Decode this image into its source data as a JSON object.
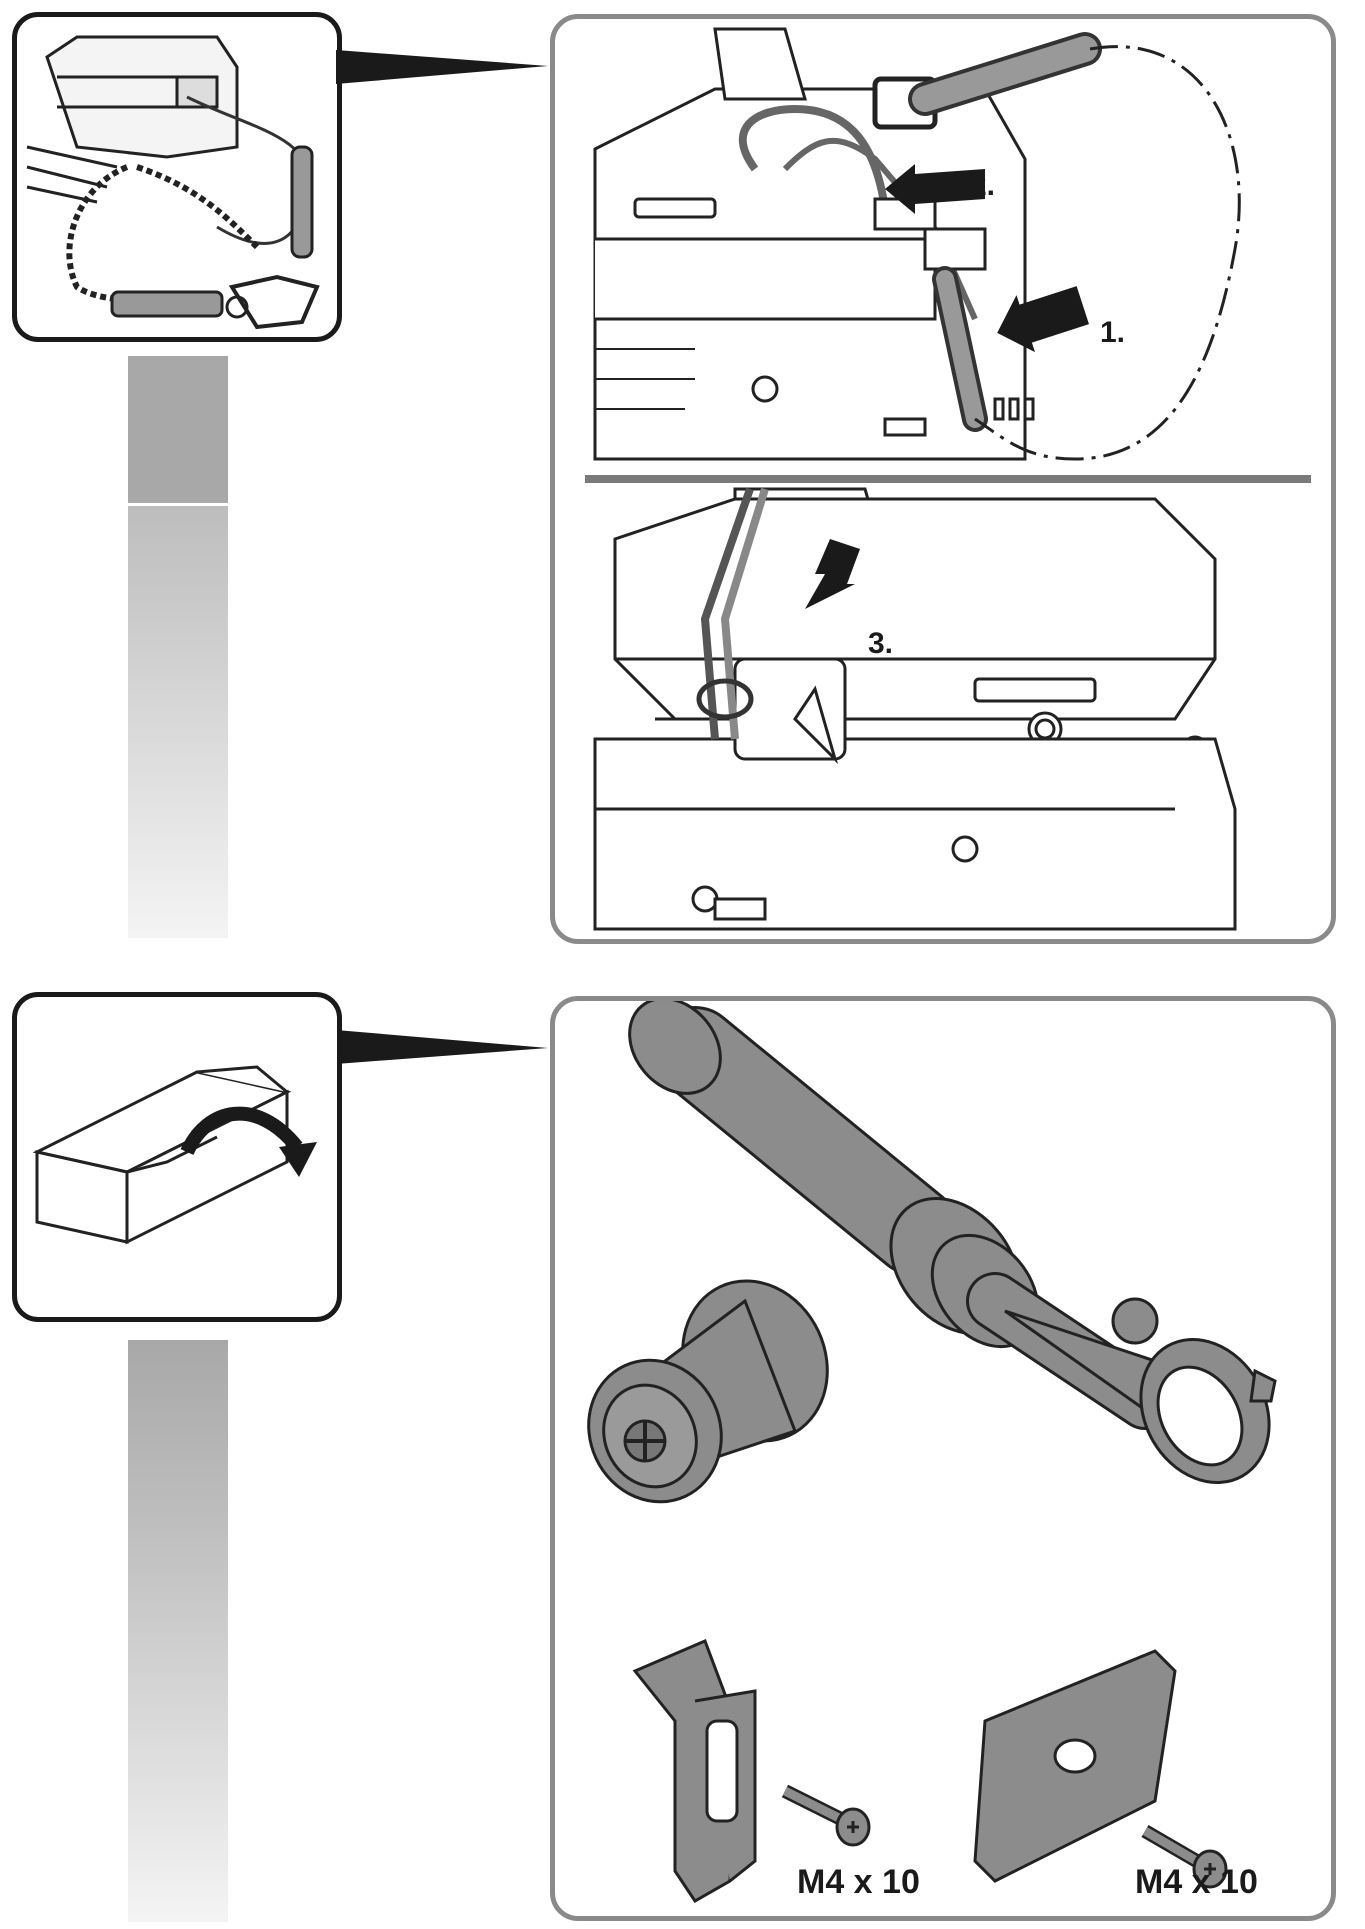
{
  "steps": {
    "step1": "1.",
    "step2": "2.",
    "step3": "3."
  },
  "screws": {
    "left": "M4 x 10",
    "right": "M4 x 10"
  },
  "icons": {
    "tool_lanyard": "tool-lanyard-icon",
    "open_box": "open-box-icon",
    "side_handle": "side-handle-icon",
    "drill_chuck": "drill-chuck-icon",
    "belt_clip": "belt-clip-icon",
    "bit_holder": "bit-holder-icon",
    "screw": "screw-icon"
  },
  "colors": {
    "frame_dark": "#1a1a1a",
    "panel_border": "#8a8a8a",
    "part_fill": "#8c8c8c",
    "divider": "#7a7a7a"
  }
}
